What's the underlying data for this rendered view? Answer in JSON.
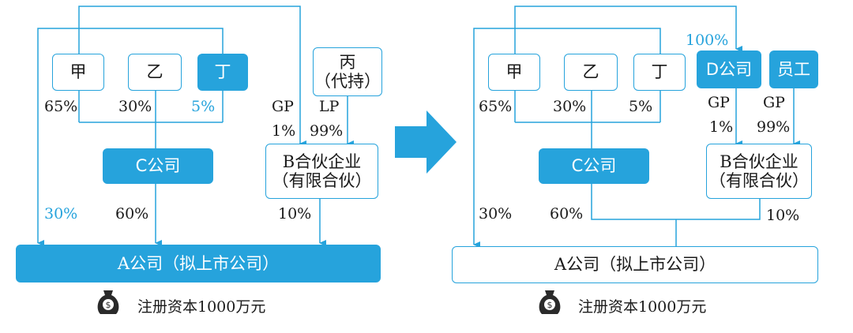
{
  "colors": {
    "accent": "#26a3dc",
    "line": "#26a3dc",
    "text": "#1a1a1a"
  },
  "left": {
    "nodes": {
      "jia": "甲",
      "yi": "乙",
      "ding": "丁",
      "bing_line1": "丙",
      "bing_line2": "（代持）",
      "c_company": "C公司",
      "b_line1": "B合伙企业",
      "b_line2": "（有限合伙）",
      "a_company": "A公司（拟上市公司）"
    },
    "labels": {
      "jia_pct": "65%",
      "yi_pct": "30%",
      "ding_pct": "5%",
      "gp": "GP",
      "gp_pct": "1%",
      "lp": "LP",
      "lp_pct": "99%",
      "a_direct_pct": "30%",
      "c_pct": "60%",
      "b_pct": "10%"
    },
    "caption": "注册资本1000万元"
  },
  "right": {
    "nodes": {
      "jia": "甲",
      "yi": "乙",
      "ding": "丁",
      "d_company": "D公司",
      "staff": "员工",
      "c_company": "C公司",
      "b_line1": "B合伙企业",
      "b_line2": "（有限合伙）",
      "a_company": "A公司（拟上市公司）"
    },
    "labels": {
      "d_top_pct": "100%",
      "jia_pct": "65%",
      "yi_pct": "30%",
      "ding_pct": "5%",
      "gp1": "GP",
      "gp1_pct": "1%",
      "gp2": "GP",
      "gp2_pct": "99%",
      "a_direct_pct": "30%",
      "c_pct": "60%",
      "b_pct": "10%"
    },
    "caption": "注册资本1000万元"
  },
  "icons": {
    "caption_icon": "money-bag-icon",
    "transition": "right-arrow-icon"
  }
}
